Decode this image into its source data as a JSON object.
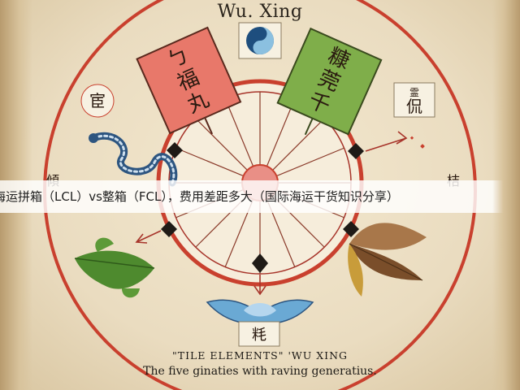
{
  "title": "Wu. Xing",
  "overlay_text": "海运拼箱（LCL）vs整箱（FCL），费用差距多大（国际海运干货知识分享）",
  "caption_line1": "\"TILE ELEMENTS\" 'WU XING",
  "caption_line2": "The five ginaties with raving generatius.",
  "banners": {
    "left": "ㄅ福丸",
    "right": "糠莞千"
  },
  "labels": {
    "top_right": "霊\n侃",
    "left": "宦",
    "bottom": "粍",
    "mid_left": "傾",
    "mid_right": "桔"
  },
  "icons": {
    "top": "yin-yang-icon",
    "left": "snake-icon",
    "bottom_left": "leaf-icon",
    "bottom_right": "feather-icon",
    "bottom": "lotus-icon"
  },
  "colors": {
    "outer_ring": "#c9402e",
    "banner_left": "#e8786a",
    "banner_right": "#7fae4a",
    "center": "#e98f86",
    "leaf": "#4e8a2e",
    "feather": "#8a5a2e",
    "lotus": "#6aa9d4"
  }
}
